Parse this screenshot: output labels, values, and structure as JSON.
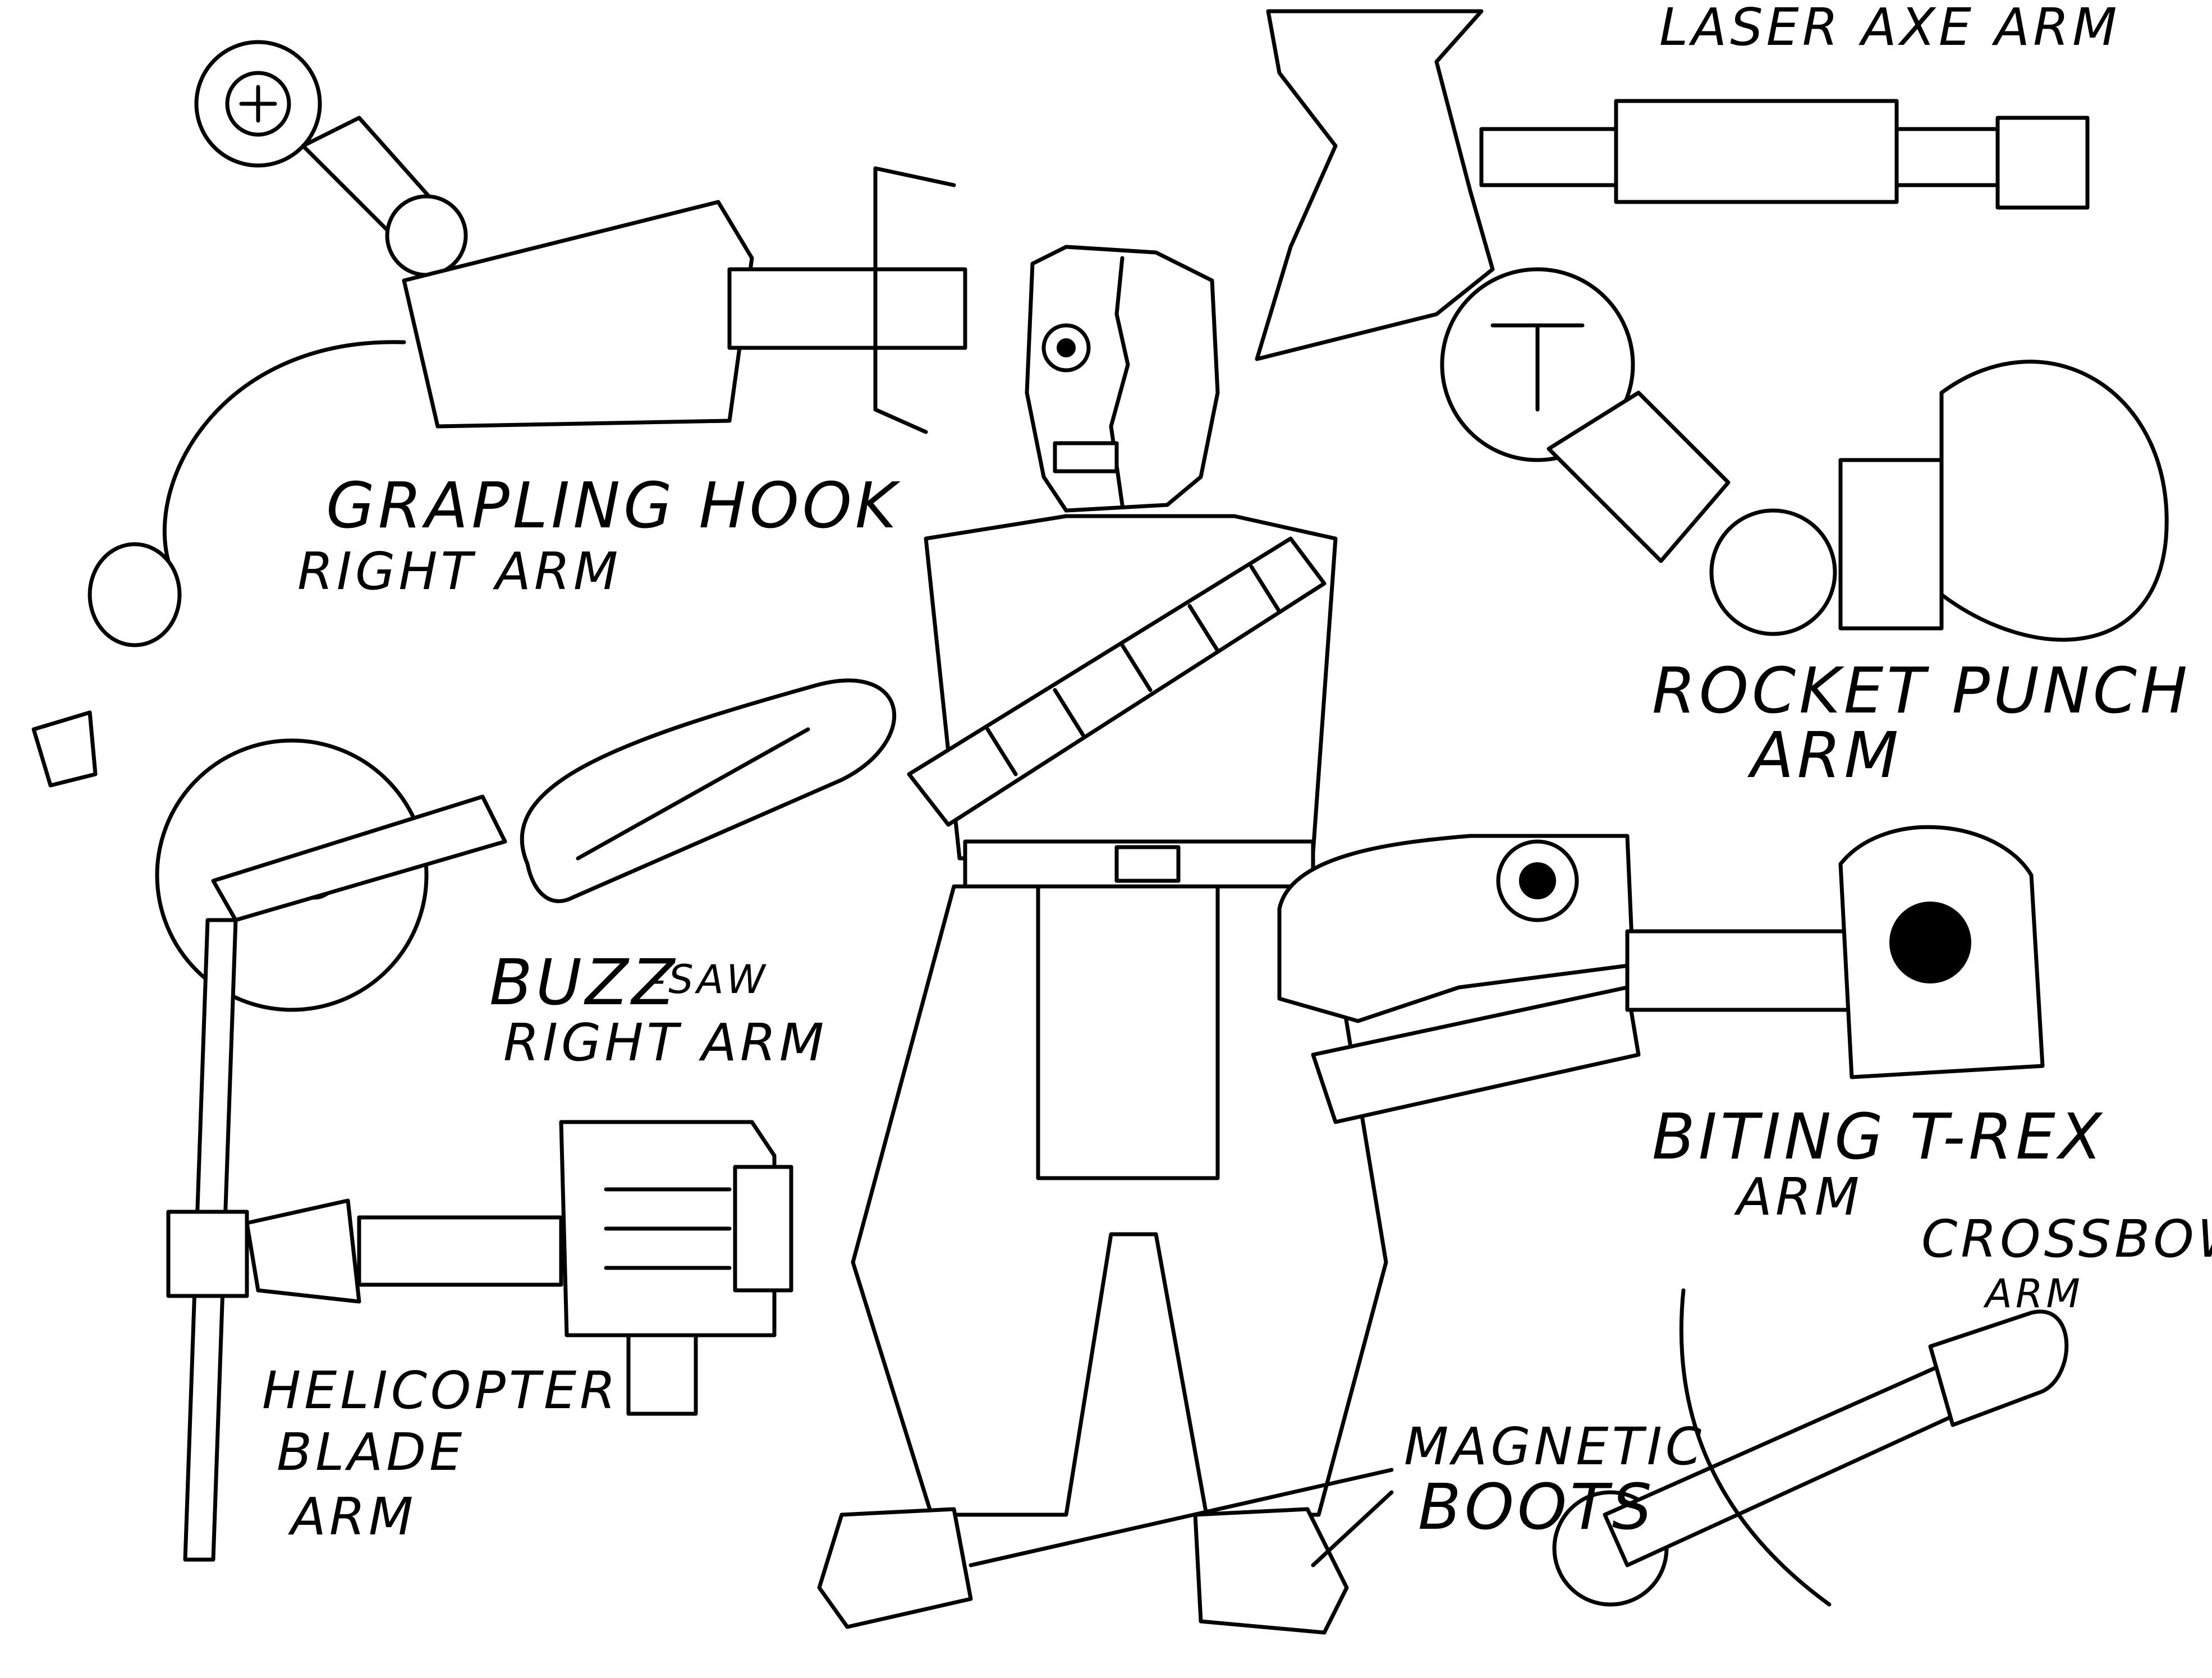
{
  "labels": {
    "laser_axe": "LASER AXE ARM",
    "grapling_hook": "GRAPLING HOOK",
    "grapling_hook_sub": "RIGHT ARM",
    "rocket_punch": "ROCKET PUNCH",
    "rocket_punch_sub": "ARM",
    "buzz_saw": "BUZZ",
    "buzz_saw_b": "-SAW",
    "buzz_saw_sub": "RIGHT ARM",
    "biting_trex": "BITING T-REX",
    "biting_trex_sub": "ARM",
    "crossbow": "CROSSBOW",
    "crossbow_sub": "ARM",
    "helicopter_1": "HELICOPTER",
    "helicopter_2": "BLADE",
    "helicopter_3": "ARM",
    "magnetic_1": "MAGNETIC",
    "magnetic_2": "BOOTS"
  },
  "colors": {
    "ink": "#000000",
    "paper": "#ffffff"
  }
}
